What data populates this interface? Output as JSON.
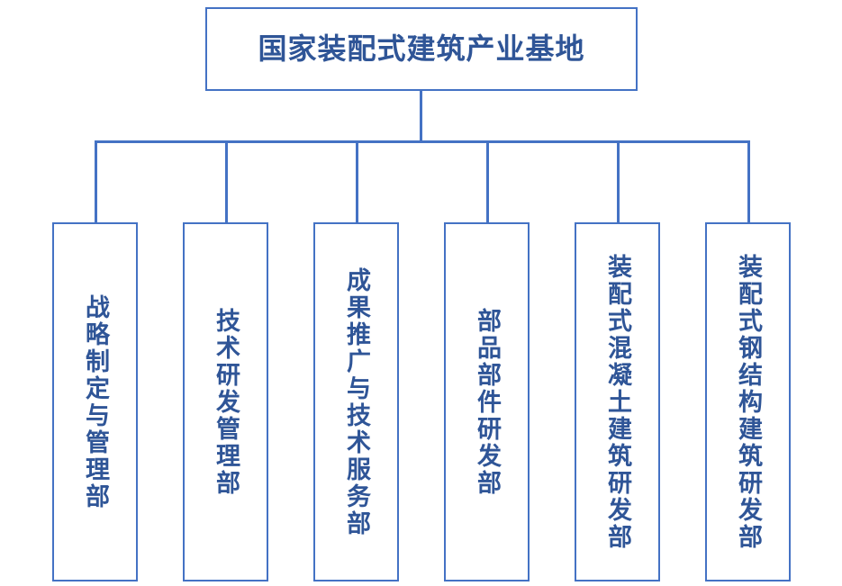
{
  "diagram": {
    "type": "organization-chart",
    "orientation": "top-down",
    "text_direction": "vertical-cjk",
    "colors": {
      "border": "#4472C4",
      "text": "#2F5597",
      "background": "#FFFFFF",
      "connector": "#4472C4"
    },
    "root": {
      "label": "国家装配式建筑产业基地"
    },
    "children": [
      {
        "label": "战略制定与管理部"
      },
      {
        "label": "技术研发管理部"
      },
      {
        "label": "成果推广与技术服务部"
      },
      {
        "label": "部品部件研发部"
      },
      {
        "label": "装配式混凝土建筑研发部"
      },
      {
        "label": "装配式钢结构建筑研发部"
      }
    ]
  }
}
